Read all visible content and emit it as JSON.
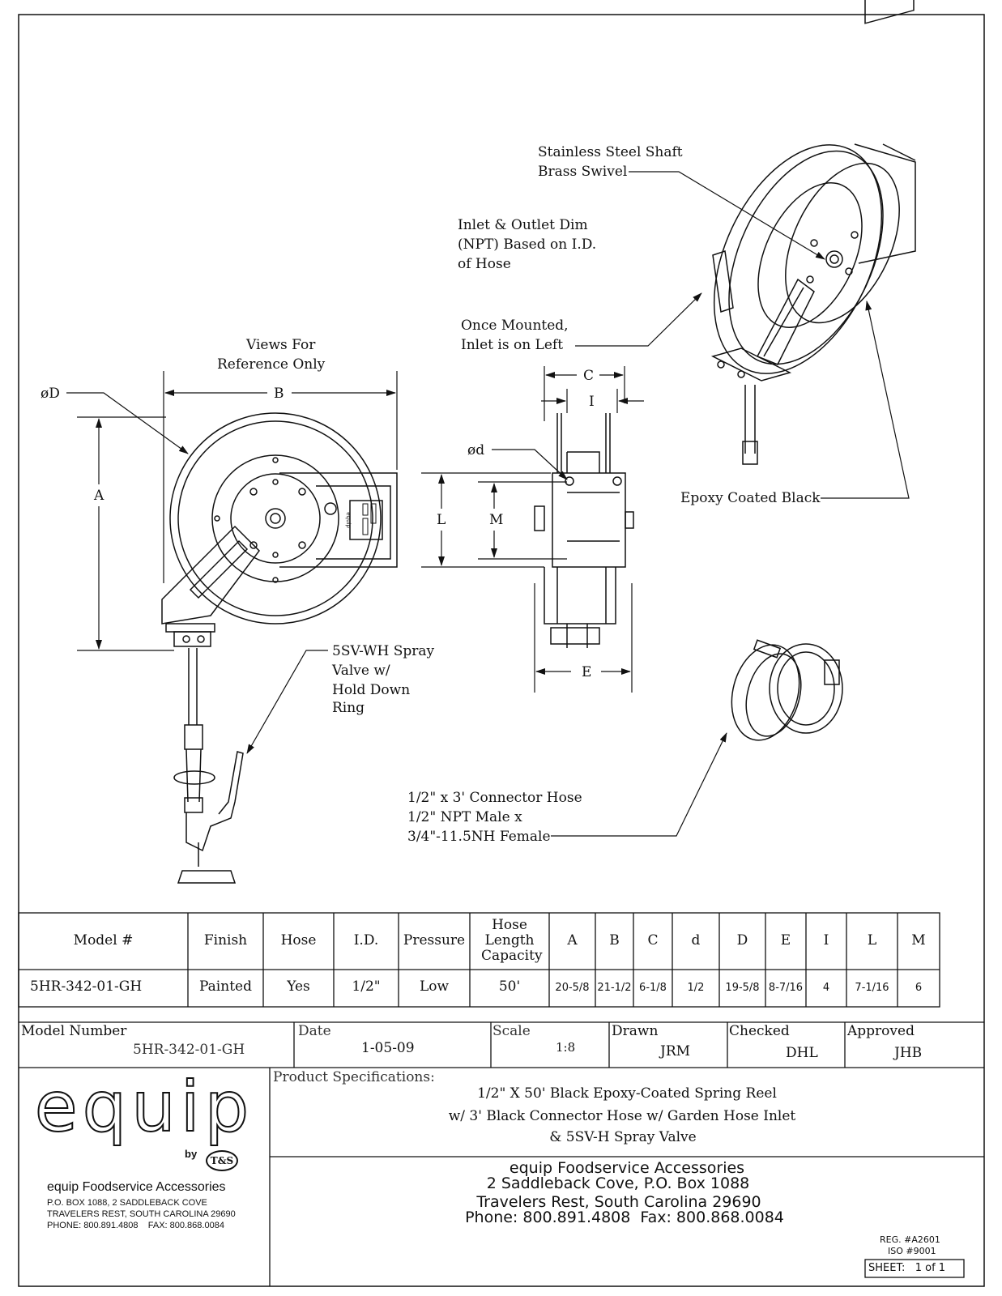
{
  "drawing": {
    "callouts": {
      "shaft_line1": "Stainless Steel Shaft",
      "shaft_line2": "Brass Swivel",
      "inlet_line1": "Inlet & Outlet Dim",
      "inlet_line2": "(NPT) Based on I.D.",
      "inlet_line3": "of Hose",
      "mounted_line1": "Once Mounted,",
      "mounted_line2": "Inlet is on Left",
      "views_line1": "Views For",
      "views_line2": "Reference Only",
      "epoxy": "Epoxy Coated Black",
      "valve_line1": "5SV-WH Spray",
      "valve_line2": "Valve w/",
      "valve_line3": "Hold Down",
      "valve_line4": "Ring",
      "hose_line1": "1/2\" x 3' Connector Hose",
      "hose_line2": "1/2\" NPT Male x",
      "hose_line3": "3/4\"-11.5NH Female"
    },
    "dims": {
      "dD": "øD",
      "B": "B",
      "A": "A",
      "C": "C",
      "I": "I",
      "dd": "ød",
      "L": "L",
      "M": "M",
      "E": "E"
    },
    "label_plate": "equip"
  },
  "spec_table": {
    "headers": [
      "Model #",
      "Finish",
      "Hose",
      "I.D.",
      "Pressure",
      "Hose Length Capacity",
      "A",
      "B",
      "C",
      "d",
      "D",
      "E",
      "I",
      "L",
      "M"
    ],
    "row": [
      "5HR-342-01-GH",
      "Painted",
      "Yes",
      "1/2\"",
      "Low",
      "50'",
      "20-5/8",
      "21-1/2",
      "6-1/8",
      "1/2",
      "19-5/8",
      "8-7/16",
      "4",
      "7-1/16",
      "6"
    ]
  },
  "title_block": {
    "model_number_label": "Model Number",
    "model_number": "5HR-342-01-GH",
    "date_label": "Date",
    "date": "1-05-09",
    "scale_label": "Scale",
    "scale": "1:8",
    "drawn_label": "Drawn",
    "drawn": "JRM",
    "checked_label": "Checked",
    "checked": "DHL",
    "approved_label": "Approved",
    "approved": "JHB",
    "spec_label": "Product Specifications:",
    "spec_line1": "1/2\" X 50' Black Epoxy-Coated Spring Reel",
    "spec_line2": "w/ 3' Black Connector Hose w/ Garden Hose Inlet",
    "spec_line3": "& 5SV-H Spray Valve",
    "logo_text": "equip",
    "logo_by": "by",
    "logo_ts": "T&S",
    "company_name": "equip Foodservice Accessories",
    "company_addr1": "P.O. BOX 1088, 2 SADDLEBACK COVE",
    "company_addr2": "TRAVELERS REST, SOUTH CAROLINA 29690",
    "company_phone": "PHONE: 800.891.4808    FAX: 800.868.0084",
    "center_line1": "equip Foodservice Accessories",
    "center_line2": "2 Saddleback Cove, P.O. Box 1088",
    "center_line3": "Travelers Rest, South Carolina 29690",
    "center_line4": "Phone: 800.891.4808  Fax: 800.868.0084",
    "reg": "REG. #A2601",
    "iso": "ISO #9001",
    "sheet": "SHEET:   1 of 1"
  }
}
